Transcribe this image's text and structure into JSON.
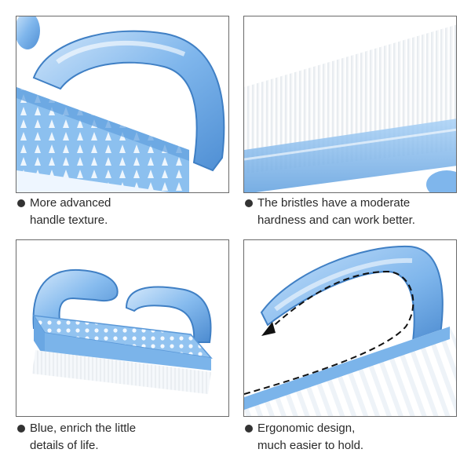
{
  "panels": [
    {
      "caption": [
        "More advanced",
        "handle texture."
      ],
      "color": "#7fb6ec"
    },
    {
      "caption": [
        "The bristles have a moderate",
        "hardness and can work better."
      ],
      "color": "#7fb6ec"
    },
    {
      "caption": [
        "Blue, enrich the little",
        "details of life."
      ],
      "color": "#7fb6ec"
    },
    {
      "caption": [
        "Ergonomic design,",
        "much easier to hold."
      ],
      "color": "#7fb6ec"
    }
  ]
}
